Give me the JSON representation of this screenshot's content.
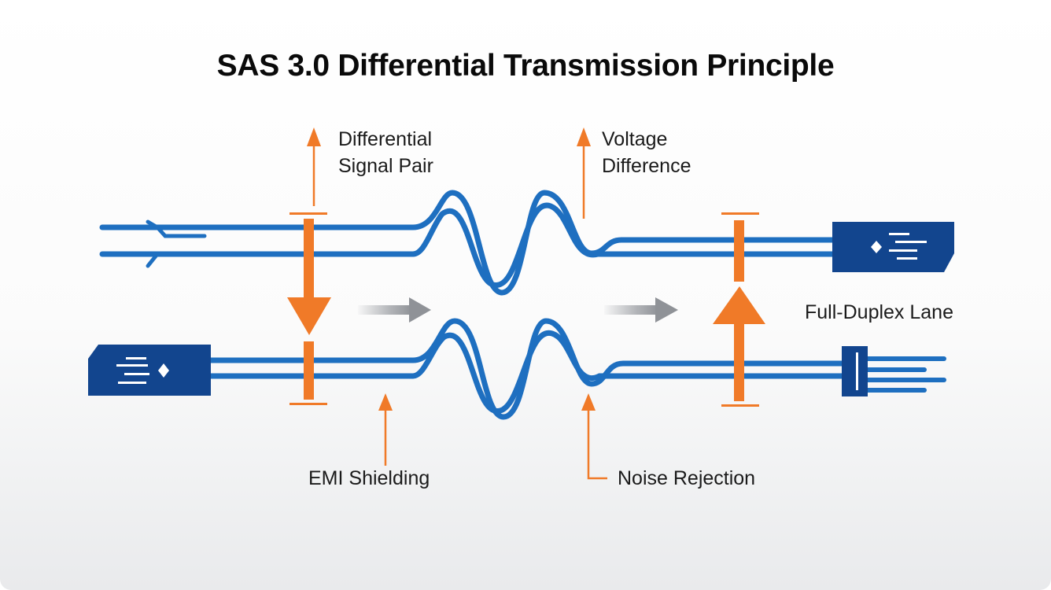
{
  "title": "SAS 3.0 Differential Transmission Principle",
  "labels": {
    "differential_signal_pair": [
      "Differential",
      "Signal Pair"
    ],
    "voltage_difference": [
      "Voltage",
      "Difference"
    ],
    "full_duplex_lane": "Full-Duplex Lane",
    "emi_shielding": "EMI Shielding",
    "noise_rejection": "Noise Rejection"
  },
  "colors": {
    "cable_blue": "#1e6fc0",
    "connector_navy": "#12458e",
    "accent_orange": "#f07a28",
    "flow_gray": "#9a9da2",
    "text": "#1a1a1a"
  },
  "icons": {
    "left_connector": "connector-icon",
    "right_connector": "connector-icon",
    "diamond": "diamond-icon",
    "direction_arrow": "arrow-right-icon"
  }
}
